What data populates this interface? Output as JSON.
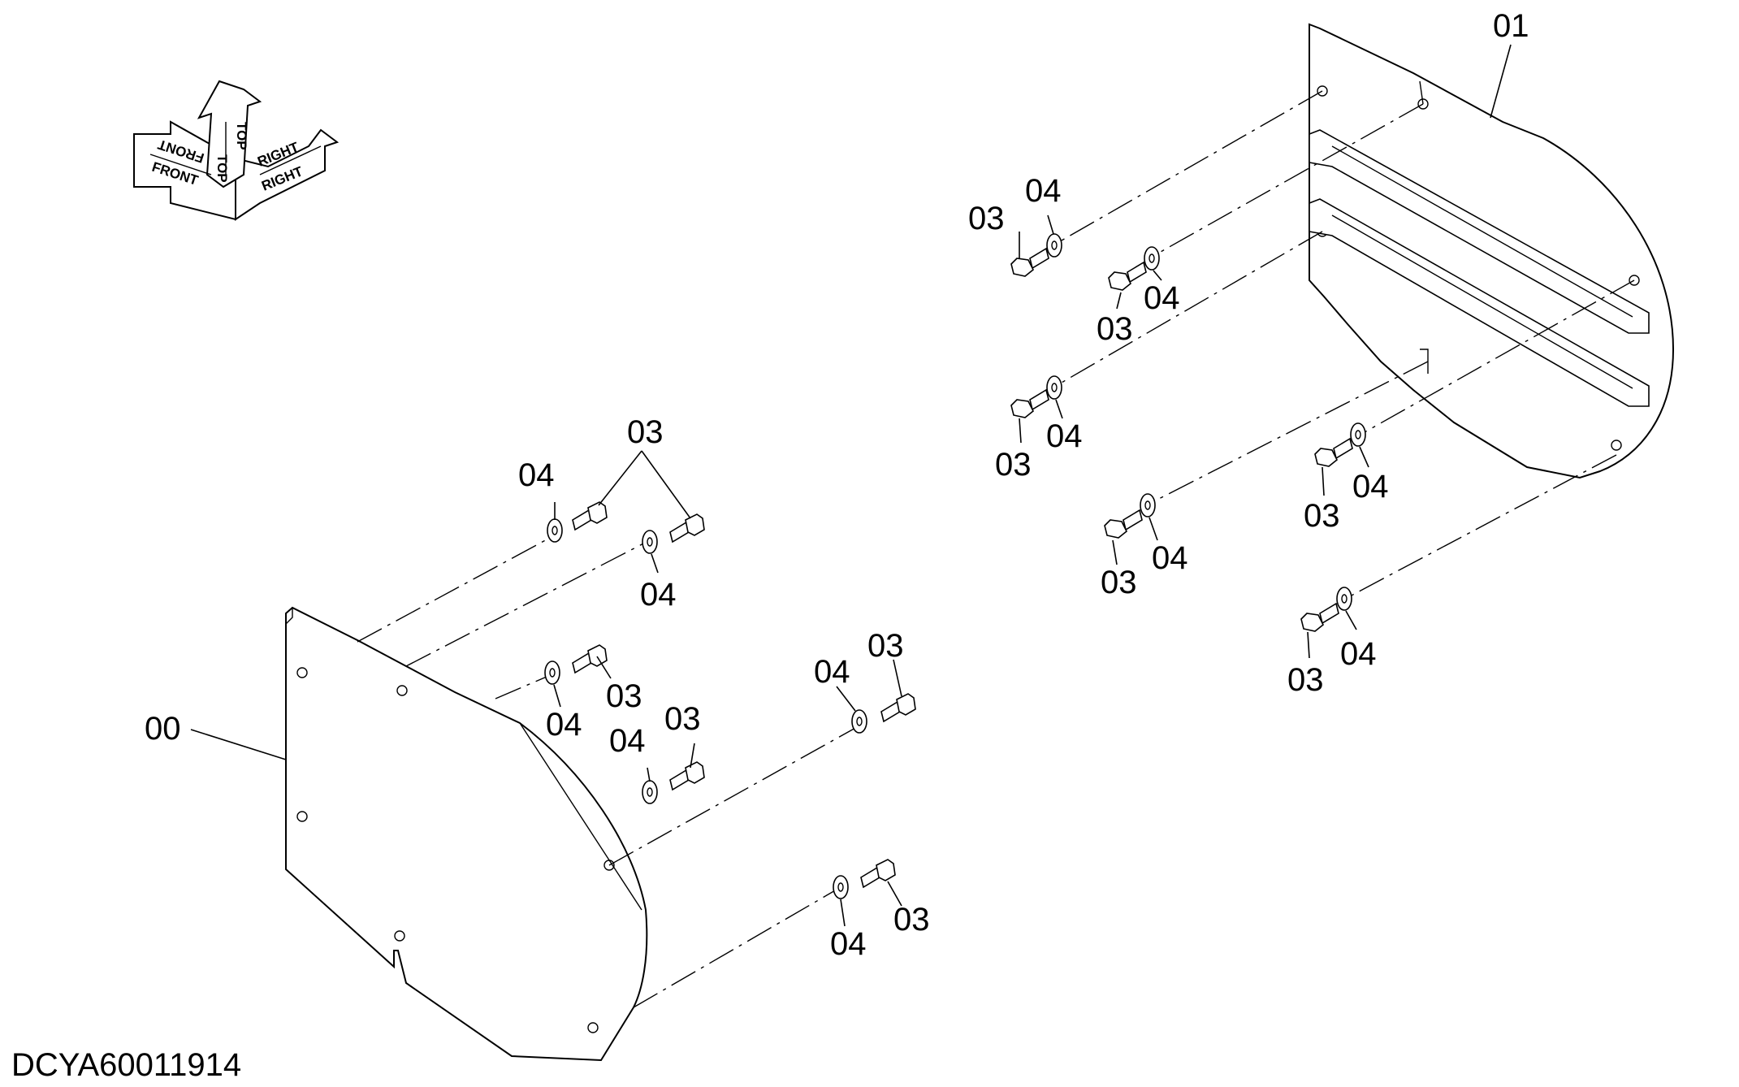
{
  "drawing_id": "DCYA60011914",
  "orientation": {
    "front": "FRONT",
    "top": "TOP",
    "right": "RIGHT"
  },
  "callouts": {
    "part_00": "00",
    "part_01": "01",
    "part_03": "03",
    "part_04": "04"
  }
}
